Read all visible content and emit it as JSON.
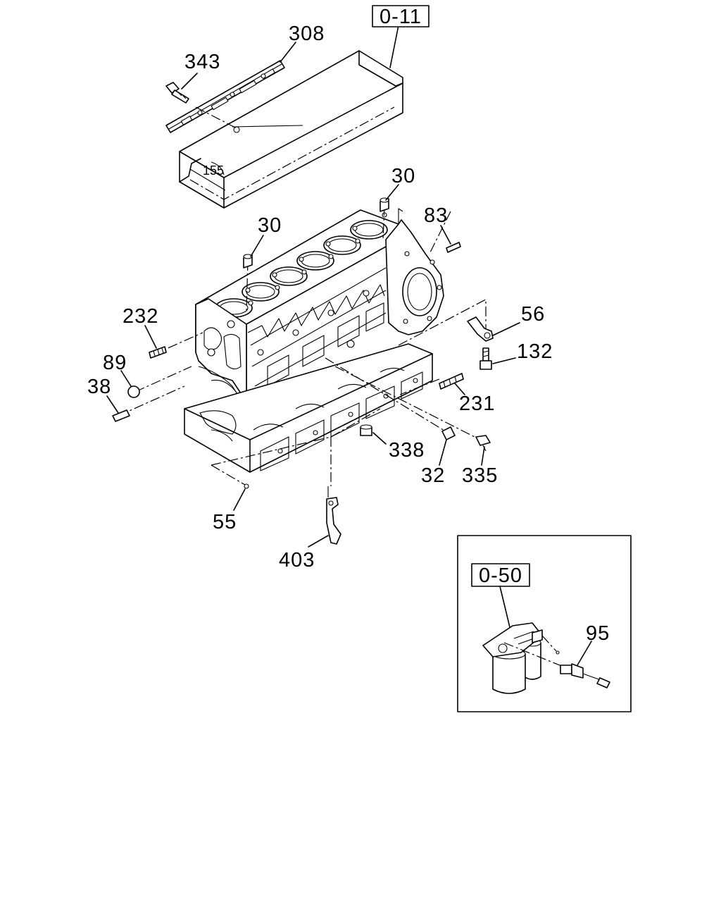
{
  "references": {
    "main_group": "0-11",
    "inset_group": "0-50"
  },
  "parts": {
    "p308": "308",
    "p343": "343",
    "p30a": "30",
    "p30b": "30",
    "p83": "83",
    "p232": "232",
    "p56": "56",
    "p132": "132",
    "p89": "89",
    "p38": "38",
    "p231": "231",
    "p338": "338",
    "p32": "32",
    "p335": "335",
    "p55": "55",
    "p403": "403",
    "p95": "95"
  }
}
